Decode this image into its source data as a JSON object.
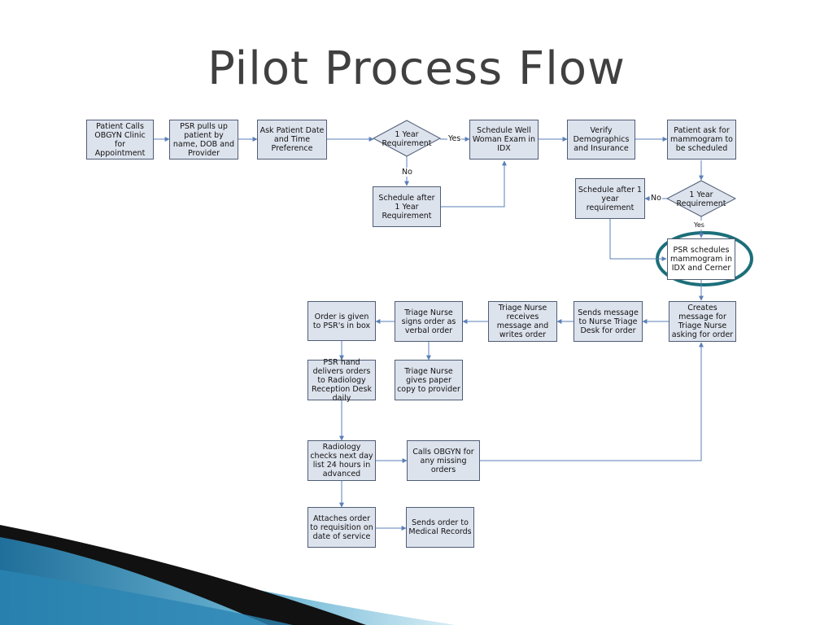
{
  "title": "Pilot Process Flow",
  "boxes": {
    "patient_calls": "Patient Calls OBGYN Clinic for Appointment",
    "psr_pulls": "PSR pulls up patient by name, DOB and Provider",
    "ask_patient": "Ask Patient Date and Time Preference",
    "schedule_well": "Schedule Well Woman Exam in IDX",
    "verify": "Verify Demographics and Insurance",
    "patient_ask_mammo": "Patient ask for mammogram to be scheduled",
    "schedule_after_1": "Schedule after 1 Year Requirement",
    "schedule_after_2": "Schedule after 1 year requirement",
    "psr_schedules": "PSR schedules mammogram in IDX and Cerner",
    "creates_message": "Creates message for Triage Nurse asking for order",
    "sends_message": "Sends message to Nurse Triage Desk for order",
    "triage_receives": "Triage Nurse receives message and writes order",
    "triage_signs": "Triage Nurse signs order as verbal order",
    "order_given": "Order is given to PSR's in box",
    "psr_hand": "PSR hand delivers orders to Radiology Reception Desk daily",
    "triage_paper": "Triage Nurse gives paper copy to provider",
    "radiology_checks": "Radiology checks next day list 24 hours in advanced",
    "calls_obgyn": "Calls OBGYN for any missing orders",
    "attaches_order": "Attaches order to requisition on date of service",
    "sends_order": "Sends order to Medical Records"
  },
  "decisions": {
    "d1": "1 Year Requirement",
    "d2": "1 Year Requirement"
  },
  "labels": {
    "yes": "Yes",
    "no": "No",
    "no_2": "No",
    "yes_2": "Yes"
  },
  "colors": {
    "box_fill": "#dde3ed",
    "arrow": "#5a7fb8",
    "highlight_ring": "#1b6f7a",
    "title": "#404040"
  }
}
